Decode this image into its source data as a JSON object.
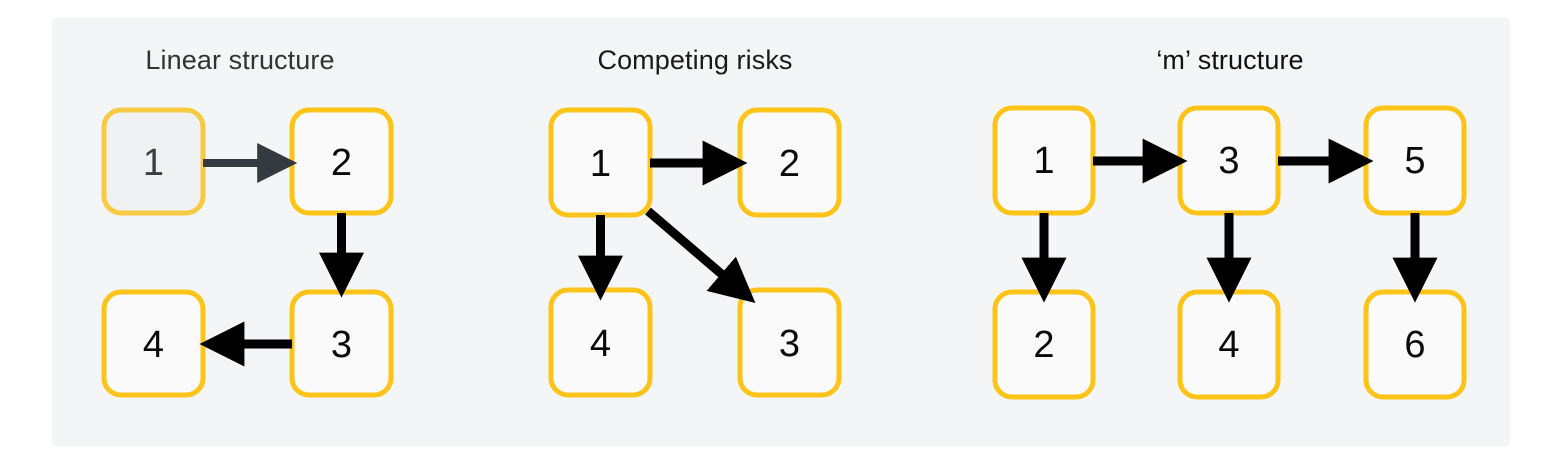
{
  "figure": {
    "background": "#ffffff",
    "panel_background": "#f4f5f7",
    "node_border_color": "#fcc419",
    "node_fill_color": "#fafafa",
    "muted_node_fill_color": "#f0f1f2",
    "arrow_color": "#000000",
    "muted_arrow_color": "#343a40",
    "title_color": "#333333"
  },
  "panels": [
    {
      "id": "linear-structure",
      "title": "Linear structure",
      "nodes": [
        {
          "id": "p1n1",
          "label": "1",
          "muted": true
        },
        {
          "id": "p1n2",
          "label": "2",
          "muted": false
        },
        {
          "id": "p1n3",
          "label": "3",
          "muted": false
        },
        {
          "id": "p1n4",
          "label": "4",
          "muted": false
        }
      ],
      "edges": [
        {
          "from": "1",
          "to": "2",
          "direction": "right",
          "muted": true
        },
        {
          "from": "2",
          "to": "3",
          "direction": "down",
          "muted": false
        },
        {
          "from": "3",
          "to": "4",
          "direction": "left",
          "muted": false
        }
      ]
    },
    {
      "id": "competing-risks",
      "title": "Competing risks",
      "nodes": [
        {
          "id": "p2n1",
          "label": "1",
          "muted": false
        },
        {
          "id": "p2n2",
          "label": "2",
          "muted": false
        },
        {
          "id": "p2n4",
          "label": "4",
          "muted": false
        },
        {
          "id": "p2n3",
          "label": "3",
          "muted": false
        }
      ],
      "edges": [
        {
          "from": "1",
          "to": "2",
          "direction": "right",
          "muted": false
        },
        {
          "from": "1",
          "to": "4",
          "direction": "down",
          "muted": false
        },
        {
          "from": "1",
          "to": "3",
          "direction": "diagonal",
          "muted": false
        }
      ]
    },
    {
      "id": "m-structure",
      "title": "‘m’ structure",
      "nodes": [
        {
          "id": "p3n1",
          "label": "1",
          "muted": false
        },
        {
          "id": "p3n3",
          "label": "3",
          "muted": false
        },
        {
          "id": "p3n5",
          "label": "5",
          "muted": false
        },
        {
          "id": "p3n2",
          "label": "2",
          "muted": false
        },
        {
          "id": "p3n4",
          "label": "4",
          "muted": false
        },
        {
          "id": "p3n6",
          "label": "6",
          "muted": false
        }
      ],
      "edges": [
        {
          "from": "1",
          "to": "3",
          "direction": "right",
          "muted": false
        },
        {
          "from": "3",
          "to": "5",
          "direction": "right",
          "muted": false
        },
        {
          "from": "1",
          "to": "2",
          "direction": "down",
          "muted": false
        },
        {
          "from": "3",
          "to": "4",
          "direction": "down",
          "muted": false
        },
        {
          "from": "5",
          "to": "6",
          "direction": "down",
          "muted": false
        }
      ]
    }
  ]
}
